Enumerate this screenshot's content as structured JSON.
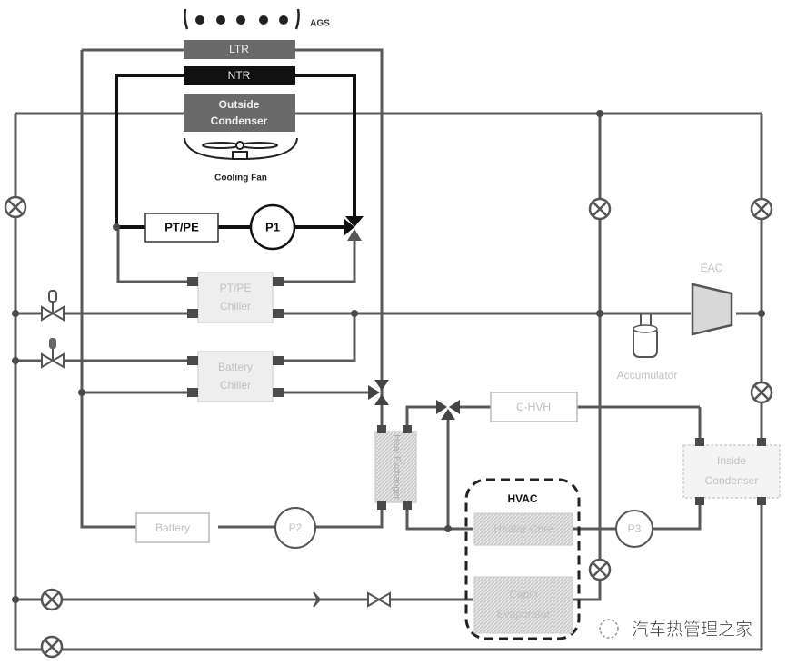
{
  "labels": {
    "ags": "AGS",
    "ltr": "LTR",
    "ntr": "NTR",
    "outside_condenser_l1": "Outside",
    "outside_condenser_l2": "Condenser",
    "cooling_fan": "Cooling Fan",
    "pt_pe": "PT/PE",
    "p1": "P1",
    "pt_pe_chiller_l1": "PT/PE",
    "pt_pe_chiller_l2": "Chiller",
    "battery_chiller_l1": "Battery",
    "battery_chiller_l2": "Chiller",
    "battery": "Battery",
    "p2": "P2",
    "heat_exchanger": "Heat Exchanger",
    "c_hvh": "C-HVH",
    "hvac": "HVAC",
    "heater_core": "Heater Core",
    "cabin_evaporator_l1": "Cabin",
    "cabin_evaporator_l2": "Evaporator",
    "p3": "P3",
    "inside_condenser_l1": "Inside",
    "inside_condenser_l2": "Condenser",
    "compressor": "EAC",
    "accumulator": "Accumulator",
    "watermark": "汽车热管理之家"
  },
  "colors": {
    "pipe": "#5a5a5a",
    "coolant_loop": "#111111",
    "ltr_box": "#6a6a6a",
    "ntr_box": "#111111",
    "outside_condenser_box": "#6a6a6a",
    "hvac_border": "#222222"
  }
}
